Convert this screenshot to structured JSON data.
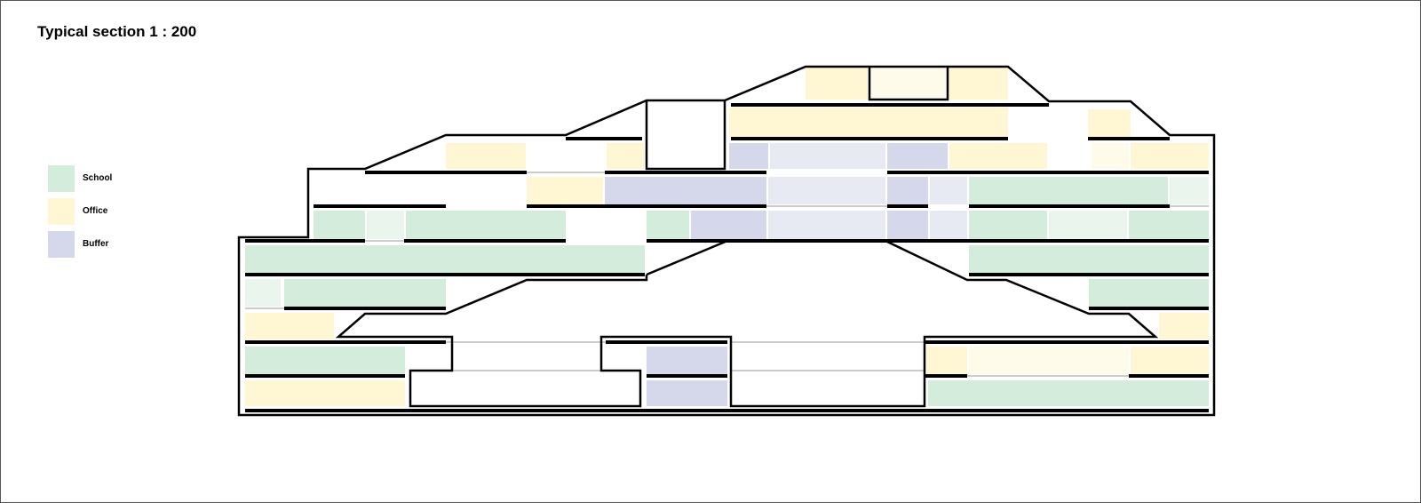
{
  "title": "Typical section 1 : 200",
  "legend": {
    "items": [
      {
        "label": "School",
        "color": "#d3ecdb"
      },
      {
        "label": "Office",
        "color": "#fff7d4"
      },
      {
        "label": "Buffer",
        "color": "#d5d8ea"
      }
    ]
  },
  "colors": {
    "school": "#d3ecdb",
    "school_light": "#e9f5ed",
    "office": "#fff7d4",
    "office_light": "#fffbea",
    "buffer": "#d5d8ea",
    "buffer_light": "#e8eaf3",
    "outline": "#000000",
    "slab": "#000000",
    "thin": "#999999"
  }
}
